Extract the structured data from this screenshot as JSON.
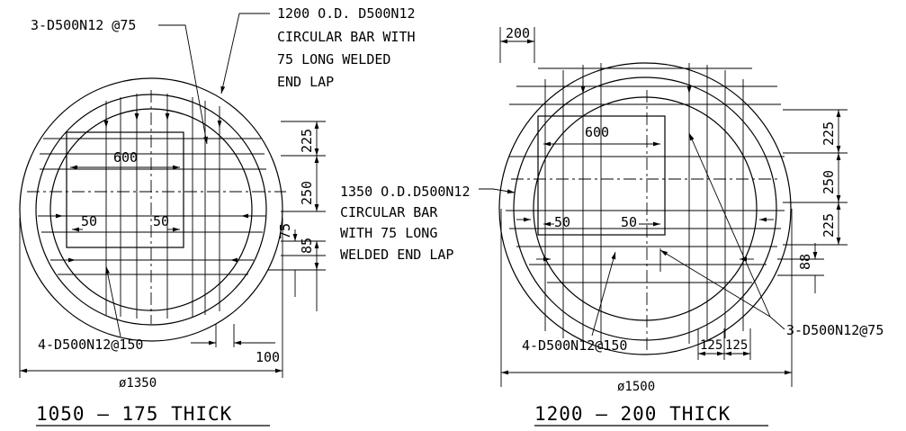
{
  "left": {
    "bar_label_top": "3-D500N12 @75",
    "note_lines": [
      "1200 O.D. D500N12",
      "CIRCULAR BAR WITH",
      "75 LONG WELDED",
      "END LAP"
    ],
    "opening_width": "600",
    "edge_left": "50",
    "edge_right": "50",
    "dim_225": "225",
    "dim_250": "250",
    "dim_75": "75",
    "dim_85": "85",
    "bar_label_bottom": "4-D500N12@150",
    "dim_100": "100",
    "diameter": "ø1350",
    "title": "1050  –  175  THICK"
  },
  "middle_note": {
    "lines": [
      "1350 O.D.D500N12",
      "CIRCULAR BAR",
      "WITH 75 LONG",
      "WELDED END LAP"
    ]
  },
  "right": {
    "dim_200": "200",
    "opening_width": "600",
    "edge_left": "50",
    "edge_right": "50",
    "dim_225a": "225",
    "dim_250": "250",
    "dim_225b": "225",
    "dim_88": "88",
    "bar_label_right": "3-D500N12@75",
    "bar_label_bottom": "4-D500N12@150",
    "dim_125a": "125",
    "dim_125b": "125",
    "diameter": "ø1500",
    "title": "1200  –  200  THICK"
  }
}
